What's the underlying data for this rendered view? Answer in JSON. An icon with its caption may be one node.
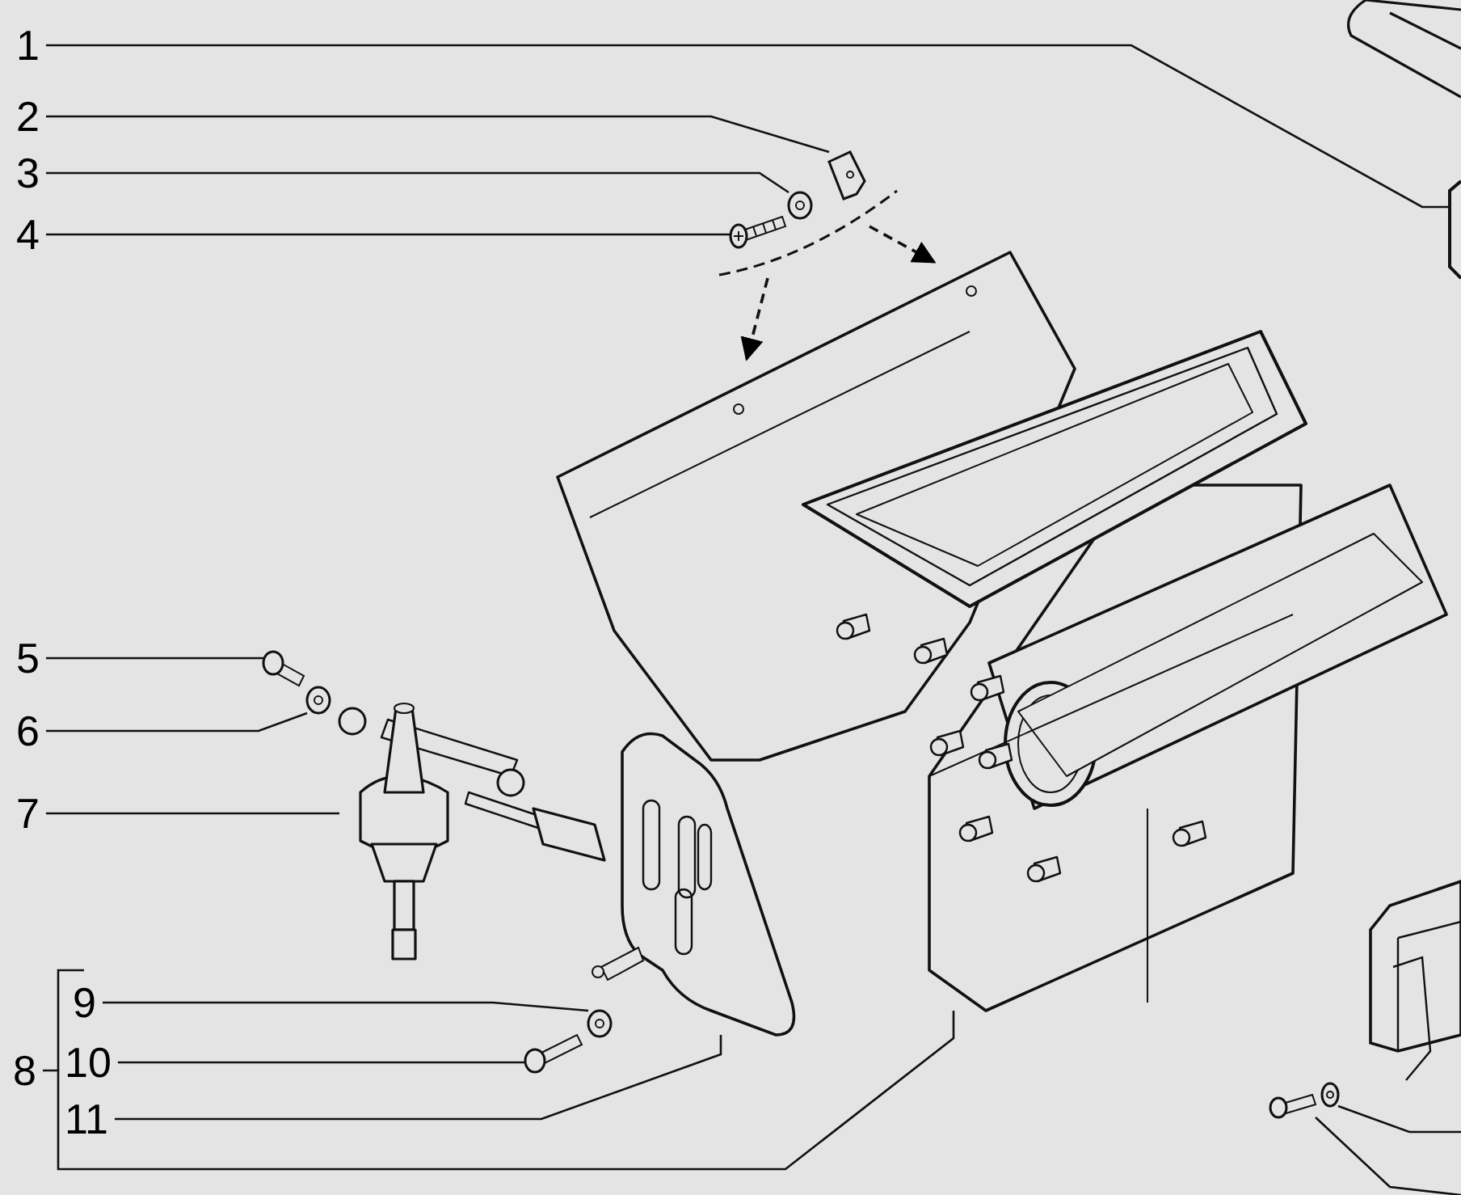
{
  "diagram": {
    "nodes": [
      {
        "text": [
          "1"
        ]
      },
      {
        "text": [
          "2"
        ]
      },
      {
        "text": [
          "3"
        ]
      },
      {
        "text": [
          "4"
        ]
      },
      {
        "text": [
          "5"
        ]
      },
      {
        "text": [
          "6"
        ]
      },
      {
        "text": [
          "7"
        ]
      },
      {
        "text": [
          "8"
        ]
      },
      {
        "text": [
          "9"
        ]
      },
      {
        "text": [
          "10"
        ]
      },
      {
        "text": [
          "11"
        ]
      },
      {
        "text": [],
        "shape": "picture"
      },
      {
        "text": [],
        "shape": "picture"
      },
      {
        "text": [],
        "shape": "picture"
      },
      {
        "text": [],
        "shape": "picture"
      },
      {
        "text": [],
        "shape": "picture"
      },
      {
        "text": [],
        "shape": "picture"
      },
      {
        "text": [],
        "shape": "picture"
      },
      {
        "text": [],
        "shape": "picture"
      },
      {
        "text": [],
        "shape": "picture"
      },
      {
        "text": [],
        "shape": "picture"
      },
      {
        "text": [],
        "shape": "picture"
      },
      {
        "text": [],
        "shape": "picture"
      },
      {
        "text": [],
        "shape": "picture"
      },
      {
        "text": [],
        "shape": "picture"
      }
    ],
    "edges": [
      {
        "from": 0,
        "to": 11,
        "arrow": "none"
      },
      {
        "from": 1,
        "to": 12,
        "arrow": "none"
      },
      {
        "from": 2,
        "to": 13,
        "arrow": "none"
      },
      {
        "from": 3,
        "to": 14,
        "arrow": "none"
      },
      {
        "from": 4,
        "to": 16,
        "arrow": "none"
      },
      {
        "from": 5,
        "to": 17,
        "arrow": "none"
      },
      {
        "from": 6,
        "to": 18,
        "arrow": "none"
      },
      {
        "from": 7,
        "to": 15,
        "arrow": "none"
      },
      {
        "from": 8,
        "to": 19,
        "arrow": "none"
      },
      {
        "from": 9,
        "to": 20,
        "arrow": "none"
      },
      {
        "from": 10,
        "to": 21,
        "arrow": "none"
      },
      {
        "from": null,
        "to": 23,
        "arrow": "none"
      },
      {
        "from": null,
        "to": 24,
        "arrow": "none"
      }
    ]
  }
}
